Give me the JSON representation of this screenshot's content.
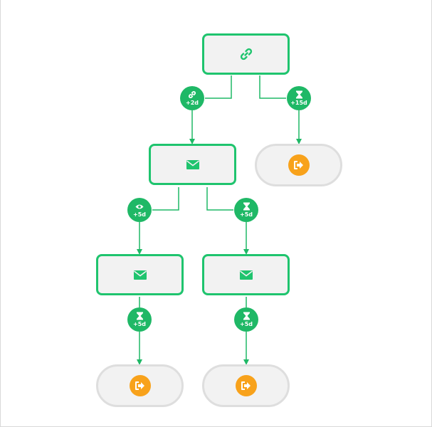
{
  "colors": {
    "accent": "#1fc46e",
    "connector": "#1fb866",
    "node_fill": "#f2f2f2",
    "exit_border": "#dedede",
    "exit_badge": "#f8a21b"
  },
  "nodes": {
    "root": {
      "icon": "link-icon"
    },
    "email_1": {
      "icon": "envelope-icon"
    },
    "email_2": {
      "icon": "envelope-icon"
    },
    "email_3": {
      "icon": "envelope-icon"
    },
    "exit_1": {
      "icon": "exit-icon"
    },
    "exit_2": {
      "icon": "exit-icon"
    },
    "exit_3": {
      "icon": "exit-icon"
    }
  },
  "conditions": {
    "root_clicked": {
      "icon": "link-icon",
      "label": "+2d"
    },
    "root_wait": {
      "icon": "hourglass-icon",
      "label": "+15d"
    },
    "email1_opened": {
      "icon": "eye-icon",
      "label": "+5d"
    },
    "email1_wait": {
      "icon": "hourglass-icon",
      "label": "+5d"
    },
    "email2_wait": {
      "icon": "hourglass-icon",
      "label": "+5d"
    },
    "email3_wait": {
      "icon": "hourglass-icon",
      "label": "+5d"
    }
  }
}
